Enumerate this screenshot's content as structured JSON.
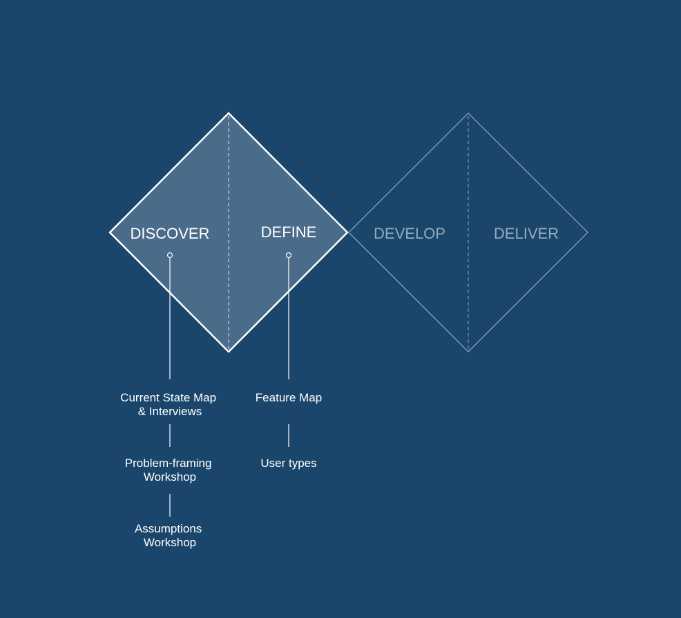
{
  "colors": {
    "background": "#1a466b",
    "active_fill": "#4a6c8a",
    "active_stroke": "#ffffff",
    "inactive_stroke": "#8fa9c2",
    "inactive_text": "#93a9be",
    "active_text": "#ffffff"
  },
  "phases": [
    {
      "label": "DISCOVER",
      "active": true
    },
    {
      "label": "DEFINE",
      "active": true
    },
    {
      "label": "DEVELOP",
      "active": false
    },
    {
      "label": "DELIVER",
      "active": false
    }
  ],
  "discover_items": [
    [
      "Current State Map",
      "& Interviews"
    ],
    [
      "Problem-framing",
      "Workshop"
    ],
    [
      "Assumptions",
      "Workshop"
    ]
  ],
  "define_items": [
    [
      "Feature Map"
    ],
    [
      "User types"
    ]
  ]
}
